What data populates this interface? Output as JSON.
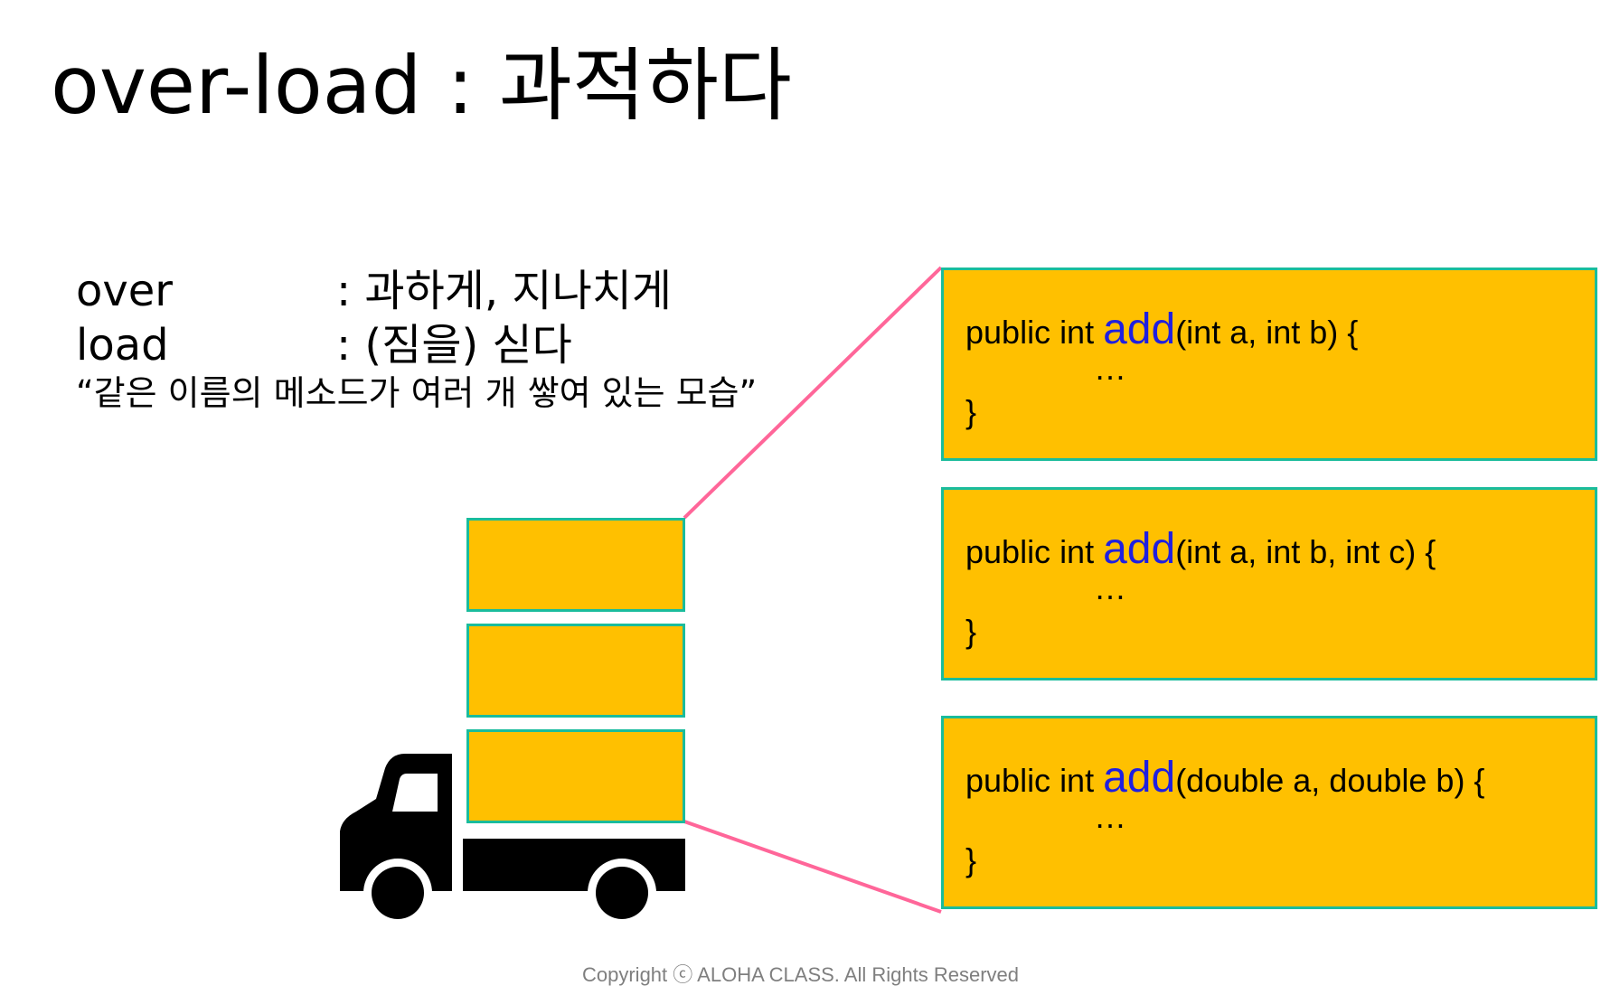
{
  "title": "over-load : 과적하다",
  "terms": [
    {
      "word": "over",
      "definition": ": 과하게, 지나치게"
    },
    {
      "word": "load",
      "definition": ": (짐을) 싣다"
    }
  ],
  "quote": "“같은 이름의 메소드가 여러 개 쌓여 있는 모습”",
  "methods": [
    {
      "prefix": "public int ",
      "name": "add",
      "params": "(int a, int b) {",
      "body": "…",
      "close": "}"
    },
    {
      "prefix": "public int ",
      "name": "add",
      "params": "(int a, int b, int c) {",
      "body": "…",
      "close": "}"
    },
    {
      "prefix": "public int ",
      "name": "add",
      "params": "(double a, double b) {",
      "body": "…",
      "close": "}"
    }
  ],
  "colors": {
    "box_fill": "#FFC000",
    "box_border": "#1ABC9C",
    "method_name": "#1F1FE0",
    "connector": "#FF6699",
    "truck": "#000000"
  },
  "icons": [
    "truck-icon"
  ],
  "copyright": "Copyright ⓒ ALOHA CLASS. All Rights Reserved"
}
